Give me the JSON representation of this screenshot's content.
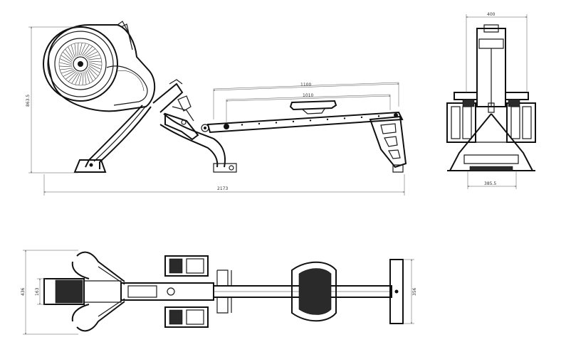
{
  "views": {
    "side": {
      "total_length_label": "2173",
      "height_label": "863.5",
      "rail_outer_label": "1100",
      "rail_inner_label": "1010"
    },
    "front": {
      "width_label": "400",
      "base_width_label": "385.5"
    },
    "top": {
      "width_label": "436",
      "flywheel_width_label": "163",
      "foot_width_label": "356"
    }
  }
}
